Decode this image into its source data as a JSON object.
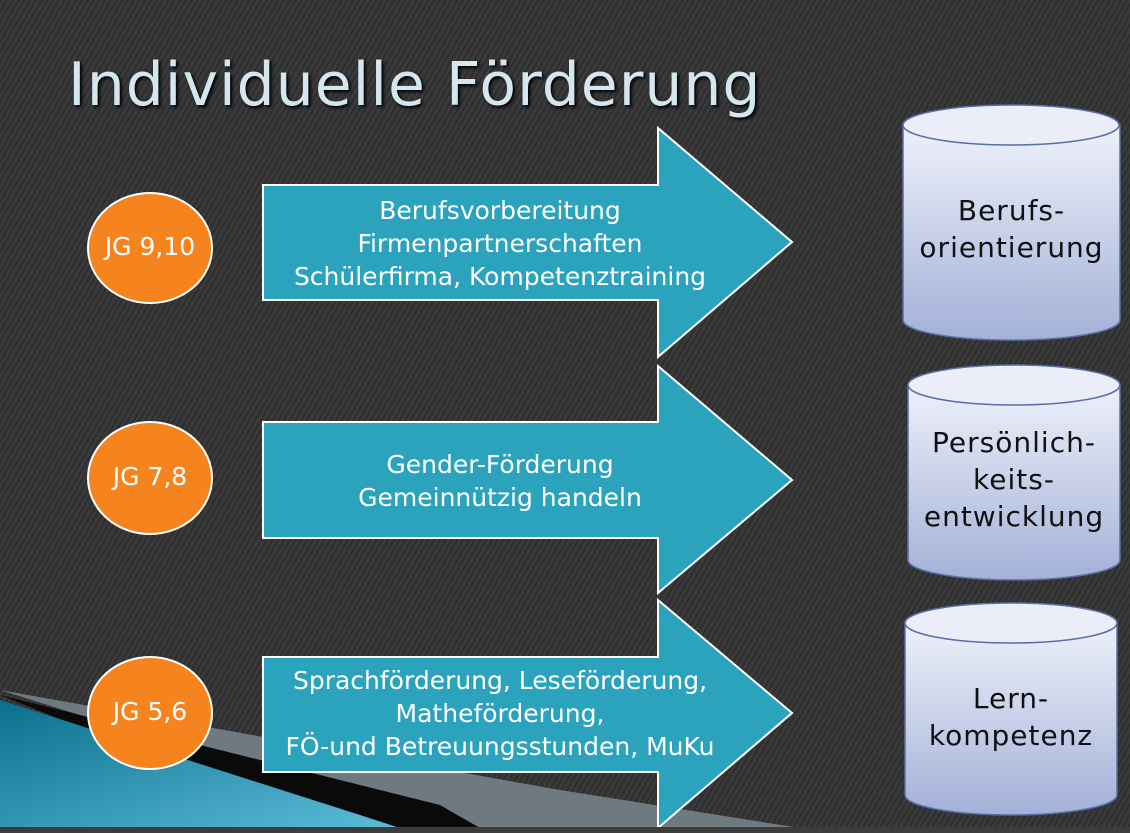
{
  "slide": {
    "title": "Individuelle Förderung",
    "rows": [
      {
        "grade": "JG 9,10",
        "lines": [
          "Berufsvorbereitung",
          "Firmenpartnerschaften",
          "Schülerfirma, Kompetenztraining"
        ],
        "goal": [
          "Berufs-",
          "orientierung"
        ]
      },
      {
        "grade": "JG 7,8",
        "lines": [
          "Gender-Förderung",
          "Gemeinnützig handeln"
        ],
        "goal": [
          "Persönlich-",
          "keits-",
          "entwicklung"
        ]
      },
      {
        "grade": "JG 5,6",
        "lines": [
          "Sprachförderung, Leseförderung,",
          "Matheförderung,",
          "FÖ-und Betreuungsstunden, MuKu"
        ],
        "goal": [
          "Lern-",
          "kompetenz"
        ]
      }
    ]
  },
  "colors": {
    "circle": "#f5841f",
    "arrow": "#2ba3bd",
    "cylinder_top": "#e8ecf8",
    "cylinder_bottom": "#a4b2d8",
    "title": "#d4e6ee"
  }
}
